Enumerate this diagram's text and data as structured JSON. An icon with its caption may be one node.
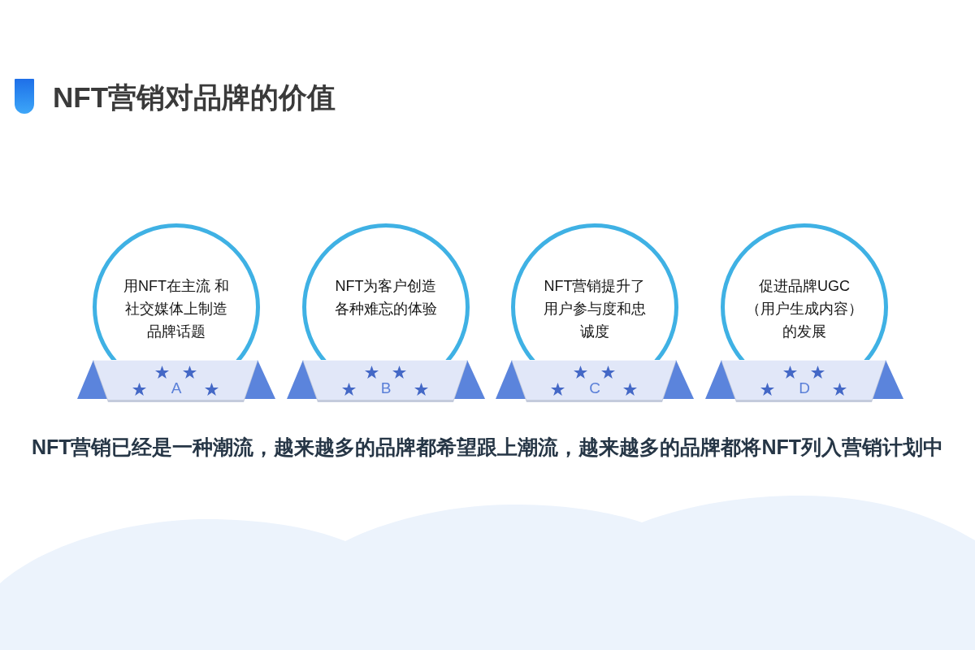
{
  "diagram": {
    "title": "NFT营销对品牌的价值",
    "nodes": [
      {
        "text": [
          "用NFT在主流 和社交媒体上制造品牌话题"
        ]
      },
      {
        "text": [
          "A"
        ]
      },
      {
        "text": [
          "NFT为客户创造各种难忘的体验"
        ]
      },
      {
        "text": [
          "B"
        ]
      },
      {
        "text": [
          "NFT营销提升了用户参与度和忠诚度"
        ]
      },
      {
        "text": [
          "C"
        ]
      },
      {
        "text": [
          "促进品牌UGC（用户生成内容）的发展"
        ]
      },
      {
        "text": [
          "D"
        ]
      }
    ],
    "caption": "NFT营销已经是一种潮流，越来越多的品牌都希望跟上潮流，越来越多的品牌都将NFT列入营销计划中"
  }
}
